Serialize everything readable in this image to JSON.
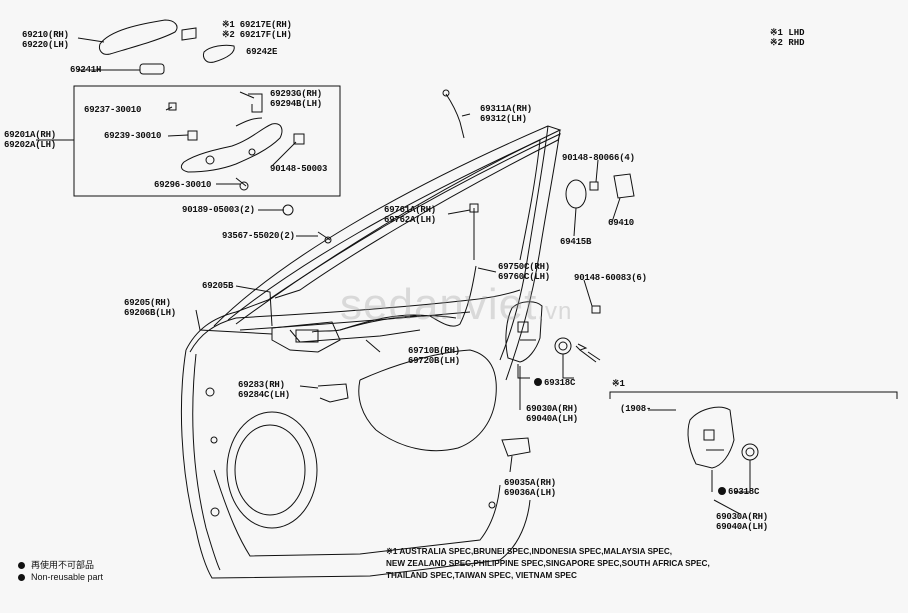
{
  "diagram": {
    "region_markers": {
      "lhd": "※1 LHD",
      "rhd": "※2 RHD"
    },
    "watermark": {
      "name": "sedanviet",
      "tld": ".vn"
    },
    "parts": {
      "p69210": {
        "rh": "69210(RH)",
        "lh": "69220(LH)"
      },
      "p69217": {
        "rh": "※1 69217E(RH)",
        "lh": "※2 69217F(LH)"
      },
      "p69242": "69242E",
      "p69241": "69241H",
      "p69201": {
        "rh": "69201A(RH)",
        "lh": "69202A(LH)"
      },
      "p69237": "69237-30010",
      "p69239": "69239-30010",
      "p69293": {
        "rh": "69293G(RH)",
        "lh": "69294B(LH)"
      },
      "p90148a": "90148-50003",
      "p69296": "69296-30010",
      "p69311": {
        "rh": "69311A(RH)",
        "lh": "69312(LH)"
      },
      "p90148b": "90148-80066(4)",
      "p69410": "69410",
      "p69415": "69415B",
      "p90189": "90189-05003(2)",
      "p93567": "93567-55020(2)",
      "p69761": {
        "rh": "69761A(RH)",
        "lh": "69762A(LH)"
      },
      "p69750": {
        "rh": "69750C(RH)",
        "lh": "69760C(LH)"
      },
      "p90148c": "90148-60083(6)",
      "p69205b": "69205B",
      "p69205": {
        "rh": "69205(RH)",
        "lh": "69206B(LH)"
      },
      "p69710": {
        "rh": "69710B(RH)",
        "lh": "69720B(LH)"
      },
      "p69283": {
        "rh": "69283(RH)",
        "lh": "69284C(LH)"
      },
      "p69318a": "69318C",
      "p69030a": {
        "rh": "69030A(RH)",
        "lh": "69040A(LH)"
      },
      "p69035": {
        "rh": "69035A(RH)",
        "lh": "69036A(LH)"
      },
      "p69318b": "69318C",
      "p69030b": {
        "rh": "69030A(RH)",
        "lh": "69040A(LH)"
      }
    },
    "inset": {
      "marker": "※1",
      "date_range": "(1908-"
    },
    "legend": {
      "jp": "再使用不可部品",
      "en": "Non-reusable part"
    },
    "notes": [
      "※1 AUSTRALIA SPEC,BRUNEI SPEC,INDONESIA SPEC,MALAYSIA SPEC,",
      "NEW ZEALAND SPEC,PHILIPPINE SPEC,SINGAPORE SPEC,SOUTH AFRICA SPEC,",
      "THAILAND SPEC,TAIWAN SPEC, VIETNAM SPEC"
    ]
  }
}
